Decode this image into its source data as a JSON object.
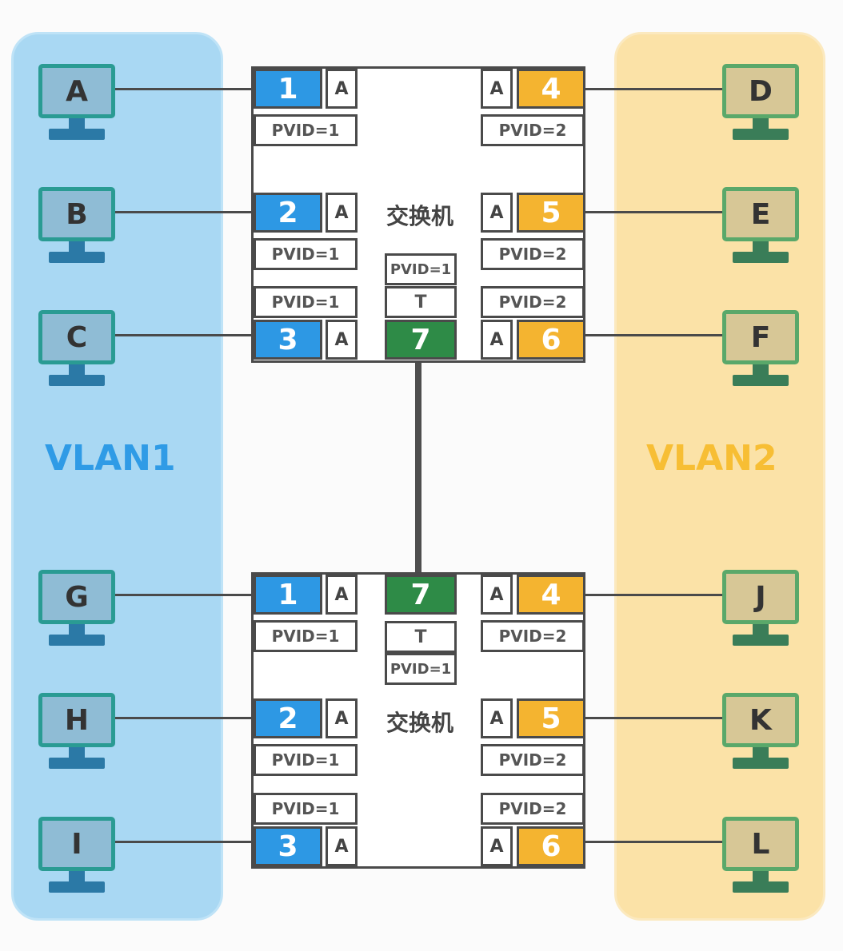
{
  "zones": {
    "left": {
      "label": "VLAN1",
      "color": "#2f9be6"
    },
    "right": {
      "label": "VLAN2",
      "color": "#f7be34"
    }
  },
  "computers": {
    "left": [
      "A",
      "B",
      "C",
      "G",
      "H",
      "I"
    ],
    "right": [
      "D",
      "E",
      "F",
      "J",
      "K",
      "L"
    ]
  },
  "switches": [
    {
      "title": "交换机",
      "ports": [
        {
          "num": "1",
          "mode": "A",
          "pvid": "PVID=1",
          "vlan_color": "#2d98e4"
        },
        {
          "num": "2",
          "mode": "A",
          "pvid": "PVID=1",
          "vlan_color": "#2d98e4"
        },
        {
          "num": "3",
          "mode": "A",
          "pvid": "PVID=1",
          "vlan_color": "#2d98e4"
        },
        {
          "num": "4",
          "mode": "A",
          "pvid": "PVID=2",
          "vlan_color": "#f4b430"
        },
        {
          "num": "5",
          "mode": "A",
          "pvid": "PVID=2",
          "vlan_color": "#f4b430"
        },
        {
          "num": "6",
          "mode": "A",
          "pvid": "PVID=2",
          "vlan_color": "#f4b430"
        }
      ],
      "trunk": {
        "num": "7",
        "mode": "T",
        "pvid": "PVID=1",
        "color": "#2e8b47"
      }
    },
    {
      "title": "交换机",
      "ports": [
        {
          "num": "1",
          "mode": "A",
          "pvid": "PVID=1",
          "vlan_color": "#2d98e4"
        },
        {
          "num": "2",
          "mode": "A",
          "pvid": "PVID=1",
          "vlan_color": "#2d98e4"
        },
        {
          "num": "3",
          "mode": "A",
          "pvid": "PVID=1",
          "vlan_color": "#2d98e4"
        },
        {
          "num": "4",
          "mode": "A",
          "pvid": "PVID=2",
          "vlan_color": "#f4b430"
        },
        {
          "num": "5",
          "mode": "A",
          "pvid": "PVID=2",
          "vlan_color": "#f4b430"
        },
        {
          "num": "6",
          "mode": "A",
          "pvid": "PVID=2",
          "vlan_color": "#f4b430"
        }
      ],
      "trunk": {
        "num": "7",
        "mode": "T",
        "pvid": "PVID=1",
        "color": "#2e8b47"
      }
    }
  ]
}
